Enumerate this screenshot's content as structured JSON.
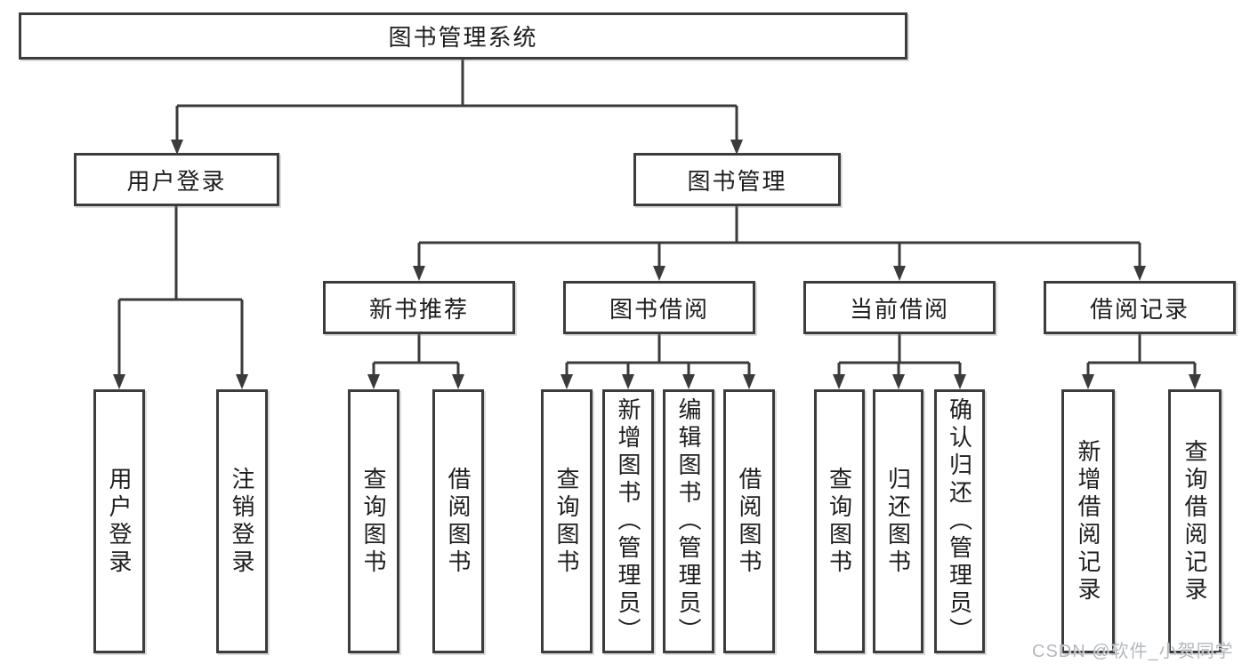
{
  "diagram": {
    "root": {
      "label": "图书管理系统"
    },
    "level2": [
      {
        "label": "用户登录"
      },
      {
        "label": "图书管理"
      }
    ],
    "login_children": [
      {
        "label": "用户登录"
      },
      {
        "label": "注销登录"
      }
    ],
    "modules": [
      {
        "label": "新书推荐",
        "children": [
          {
            "label": "查询图书"
          },
          {
            "label": "借阅图书"
          }
        ]
      },
      {
        "label": "图书借阅",
        "children": [
          {
            "label": "查询图书"
          },
          {
            "label": "新增图书（管理员）"
          },
          {
            "label": "编辑图书（管理员）"
          },
          {
            "label": "借阅图书"
          }
        ]
      },
      {
        "label": "当前借阅",
        "children": [
          {
            "label": "查询图书"
          },
          {
            "label": "归还图书"
          },
          {
            "label": "确认归还（管理员）"
          }
        ]
      },
      {
        "label": "借阅记录",
        "children": [
          {
            "label": "新增借阅记录"
          },
          {
            "label": "查询借阅记录"
          }
        ]
      }
    ]
  },
  "watermark": "CSDN @软件_小贺同学",
  "colors": {
    "line": "#3b3b3b",
    "text": "#1e1e1e",
    "watermark": "#b4b8be",
    "background": "#ffffff"
  }
}
